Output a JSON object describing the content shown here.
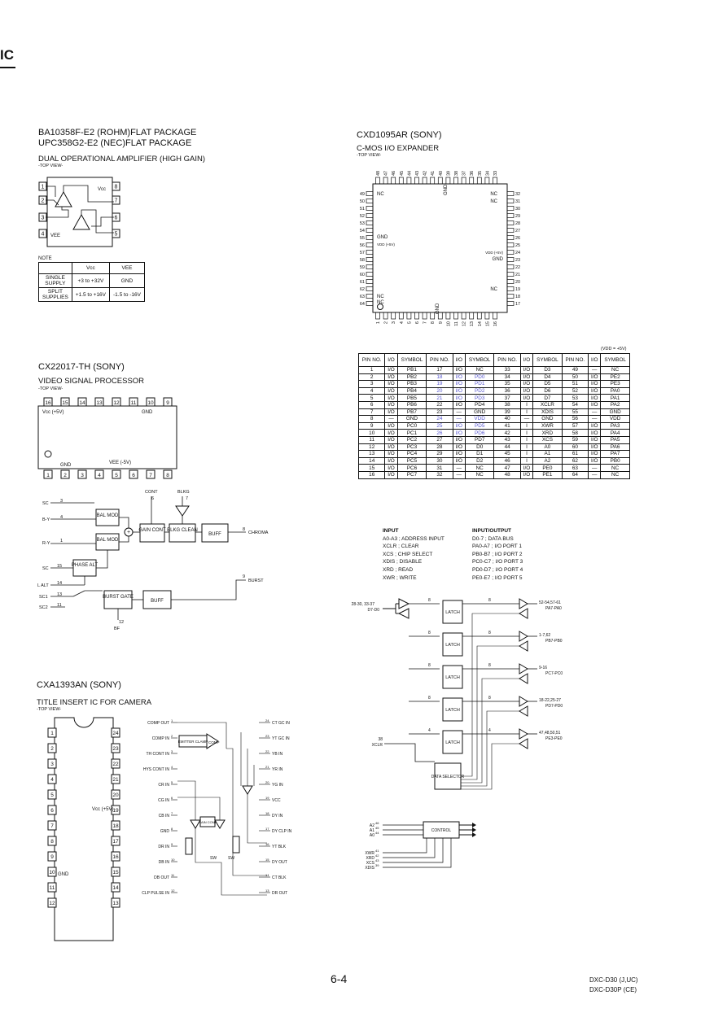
{
  "page": {
    "heading": "IC",
    "page_number": "6-4",
    "model_1": "DXC-D30 (J,UC)",
    "model_2": "DXC-D30P (CE)"
  },
  "ba10358": {
    "title_1": "BA10358F-E2 (ROHM)FLAT PACKAGE",
    "title_2": "UPC358G2-E2 (NEC)FLAT PACKAGE",
    "desc": "DUAL OPERATIONAL AMPLIFIER (HIGH GAIN)",
    "view": "-TOP VIEW-",
    "vcc": "Vcc",
    "vee": "VEE",
    "pins": [
      "1",
      "2",
      "3",
      "4",
      "5",
      "6",
      "7",
      "8"
    ],
    "note_label": "NOTE",
    "note_headers": [
      "",
      "Vcc",
      "VEE"
    ],
    "note_rows": [
      [
        "SINGLE SUPPLY",
        "+3 to +32V",
        "GND"
      ],
      [
        "SPLIT SUPPLIES",
        "+1.5 to +16V",
        "-1.5 to -16V"
      ]
    ]
  },
  "cxd1095": {
    "title": "CXD1095AR (SONY)",
    "desc": "C-MOS I/O EXPANDER",
    "view": "-TOP VIEW-",
    "top_pins": [
      "48",
      "47",
      "46",
      "45",
      "44",
      "43",
      "42",
      "41",
      "40",
      "39",
      "38",
      "37",
      "36",
      "35",
      "34",
      "33"
    ],
    "right_pins": [
      "32",
      "31",
      "30",
      "29",
      "28",
      "27",
      "26",
      "25",
      "24",
      "23",
      "22",
      "21",
      "20",
      "19",
      "18",
      "17"
    ],
    "left_pins": [
      "49",
      "50",
      "51",
      "52",
      "53",
      "54",
      "55",
      "56",
      "57",
      "58",
      "59",
      "60",
      "61",
      "62",
      "63",
      "64"
    ],
    "bottom_pins": [
      "1",
      "2",
      "3",
      "4",
      "5",
      "6",
      "7",
      "8",
      "9",
      "10",
      "11",
      "12",
      "13",
      "14",
      "15",
      "16"
    ],
    "labels": {
      "nc": "NC",
      "gnd": "GND",
      "vdd": "VDD (+5V)"
    },
    "vdd_note": "(VDD = +5V)",
    "table_headers": [
      "PIN NO.",
      "I/O",
      "SYMBOL",
      "PIN NO.",
      "I/O",
      "SYMBOL",
      "PIN NO.",
      "I/O",
      "SYMBOL",
      "PIN NO.",
      "I/O",
      "SYMBOL"
    ],
    "table_rows": [
      [
        "1",
        "I/O",
        "PB1",
        "17",
        "I/O",
        "NC",
        "33",
        "I/O",
        "D3",
        "49",
        "—",
        "NC"
      ],
      [
        "2",
        "I/O",
        "PB2",
        "18",
        "I/O",
        "PD0",
        "34",
        "I/O",
        "D4",
        "50",
        "I/O",
        "PE2"
      ],
      [
        "3",
        "I/O",
        "PB3",
        "19",
        "I/O",
        "PD1",
        "35",
        "I/O",
        "D5",
        "51",
        "I/O",
        "PE3"
      ],
      [
        "4",
        "I/O",
        "PB4",
        "20",
        "I/O",
        "PD2",
        "36",
        "I/O",
        "D6",
        "52",
        "I/O",
        "PA0"
      ],
      [
        "5",
        "I/O",
        "PB5",
        "21",
        "I/O",
        "PD3",
        "37",
        "I/O",
        "D7",
        "53",
        "I/O",
        "PA1"
      ],
      [
        "6",
        "I/O",
        "PB6",
        "22",
        "I/O",
        "PD4",
        "38",
        "I",
        "XCLR",
        "54",
        "I/O",
        "PA2"
      ],
      [
        "7",
        "I/O",
        "PB7",
        "23",
        "—",
        "GND",
        "39",
        "I",
        "XDIS",
        "55",
        "—",
        "GND"
      ],
      [
        "8",
        "—",
        "GND",
        "24",
        "—",
        "VDD",
        "40",
        "—",
        "GND",
        "56",
        "—",
        "VDD"
      ],
      [
        "9",
        "I/O",
        "PC0",
        "25",
        "I/O",
        "PD5",
        "41",
        "I",
        "XWR",
        "57",
        "I/O",
        "PA3"
      ],
      [
        "10",
        "I/O",
        "PC1",
        "26",
        "I/O",
        "PD6",
        "42",
        "I",
        "XRD",
        "58",
        "I/O",
        "PA4"
      ],
      [
        "11",
        "I/O",
        "PC2",
        "27",
        "I/O",
        "PD7",
        "43",
        "I",
        "XCS",
        "59",
        "I/O",
        "PA5"
      ],
      [
        "12",
        "I/O",
        "PC3",
        "28",
        "I/O",
        "D0",
        "44",
        "I",
        "A0",
        "60",
        "I/O",
        "PA6"
      ],
      [
        "13",
        "I/O",
        "PC4",
        "29",
        "I/O",
        "D1",
        "45",
        "I",
        "A1",
        "61",
        "I/O",
        "PA7"
      ],
      [
        "14",
        "I/O",
        "PC5",
        "30",
        "I/O",
        "D2",
        "46",
        "I",
        "A2",
        "62",
        "I/O",
        "PB0"
      ],
      [
        "15",
        "I/O",
        "PC6",
        "31",
        "—",
        "NC",
        "47",
        "I/O",
        "PE0",
        "63",
        "—",
        "NC"
      ],
      [
        "16",
        "I/O",
        "PC7",
        "32",
        "—",
        "NC",
        "48",
        "I/O",
        "PE1",
        "64",
        "—",
        "NC"
      ]
    ],
    "input_title": "INPUT",
    "input_items": [
      "A0-A3 ; ADDRESS INPUT",
      "XCLR ; CLEAR",
      "XCS ; CHIP SELECT",
      "XDIS ; DISABLE",
      "XRD ; READ",
      "XWR ; WRITE"
    ],
    "io_title": "INPUT/OUTPUT",
    "io_items": [
      "D0-7 ; DATA BUS",
      "PA0-A7 ; I/O PORT 1",
      "PB0-B7 ; I/O PORT 2",
      "PC0-C7 ; I/O PORT 3",
      "PD0-D7 ; I/O PORT 4",
      "PE0-E7 ; I/O PORT 5"
    ],
    "block": {
      "data_pins": "28-30, 33-37",
      "data_bus": "D7-D0",
      "latch": "LATCH",
      "xclr_pin": "38",
      "xclr": "XCLR",
      "data_selector": "DATA SELECTOR",
      "control": "CONTROL",
      "ports": [
        {
          "pins": "52-54,57-61",
          "name": "PA7-PA0"
        },
        {
          "pins": "1-7,62",
          "name": "PB7-PB0"
        },
        {
          "pins": "9-16",
          "name": "PC7-PC0"
        },
        {
          "pins": "18-22,25-27",
          "name": "PD7-PD0"
        },
        {
          "pins": "47,48,50,51",
          "name": "PE3-PE0"
        }
      ],
      "bus_widths": [
        "8",
        "8",
        "8",
        "8",
        "4"
      ],
      "ctrl_inputs": [
        {
          "pin": "46",
          "name": "A2"
        },
        {
          "pin": "45",
          "name": "A1"
        },
        {
          "pin": "44",
          "name": "A0"
        },
        {
          "pin": "41",
          "name": "XWR"
        },
        {
          "pin": "42",
          "name": "XRD"
        },
        {
          "pin": "43",
          "name": "XCS"
        },
        {
          "pin": "39",
          "name": "XDIS"
        }
      ]
    }
  },
  "cx22017": {
    "title": "CX22017-TH (SONY)",
    "desc": "VIDEO SIGNAL PROCESSOR",
    "view": "-TOP VIEW-",
    "top_pins": [
      "16",
      "15",
      "14",
      "13",
      "12",
      "11",
      "10",
      "9"
    ],
    "bottom_pins": [
      "1",
      "2",
      "3",
      "4",
      "5",
      "6",
      "7",
      "8"
    ],
    "vcc": "Vcc (+5V)",
    "gnd": "GND",
    "vee": "VEE (-5V)",
    "block": {
      "cont": "CONT",
      "blkg": "BLKG",
      "bal_mod": "BAL MOD",
      "gain_cont": "GAIN CONT",
      "blkg_clean": "BLKG CLEAN",
      "buff": "BUFF",
      "chroma": "CHROMA",
      "phase_alt": "PHASE ALT",
      "burst_gate": "BURST GATE",
      "burst": "BURST",
      "bf": "BF",
      "sc": "SC",
      "by": "B-Y",
      "ry": "R-Y",
      "lalt": "L ALT",
      "sc1": "SC1",
      "sc2": "SC2",
      "pin_sc": "3",
      "pin_by": "4",
      "pin_ry": "1",
      "pin_sc2": "15",
      "pin_lalt": "14",
      "pin_sc1": "13",
      "pin_sc3": "11",
      "pin_cont": "6",
      "pin_blkg": "7",
      "pin_chroma": "8",
      "pin_burst": "9",
      "pin_bf": "12"
    }
  },
  "cxa1393": {
    "title": "CXA1393AN (SONY)",
    "desc": "TITLE INSERT IC FOR CAMERA",
    "view": "-TOP VIEW-",
    "left_pins": [
      "1",
      "2",
      "3",
      "4",
      "5",
      "6",
      "7",
      "8",
      "9",
      "10",
      "11",
      "12"
    ],
    "right_pins": [
      "24",
      "23",
      "22",
      "21",
      "20",
      "19",
      "18",
      "17",
      "16",
      "15",
      "14",
      "13"
    ],
    "vcc": "Vcc (+5V)",
    "gnd": "GND",
    "left_signals": [
      "COMP OUT",
      "COMP IN",
      "TH CONT IN",
      "HYS CONT IN",
      "CR IN",
      "CG IN",
      "CB IN",
      "GND",
      "DR IN",
      "DB IN",
      "DB OUT",
      "CLP PULSE IN"
    ],
    "right_signals": [
      "CT GC IN",
      "YT GC IN",
      "YB IN",
      "YR IN",
      "YG IN",
      "VCC",
      "DY IN",
      "DY CLP IN",
      "YT BLK",
      "DY OUT",
      "CT BLK",
      "DR OUT"
    ],
    "blocks": {
      "emitter_clamp": "EMITTER CLAMP",
      "comp": "COMP",
      "gain_cont": "GAIN CONT",
      "clamp": "CLAMP",
      "sw": "SW"
    }
  }
}
